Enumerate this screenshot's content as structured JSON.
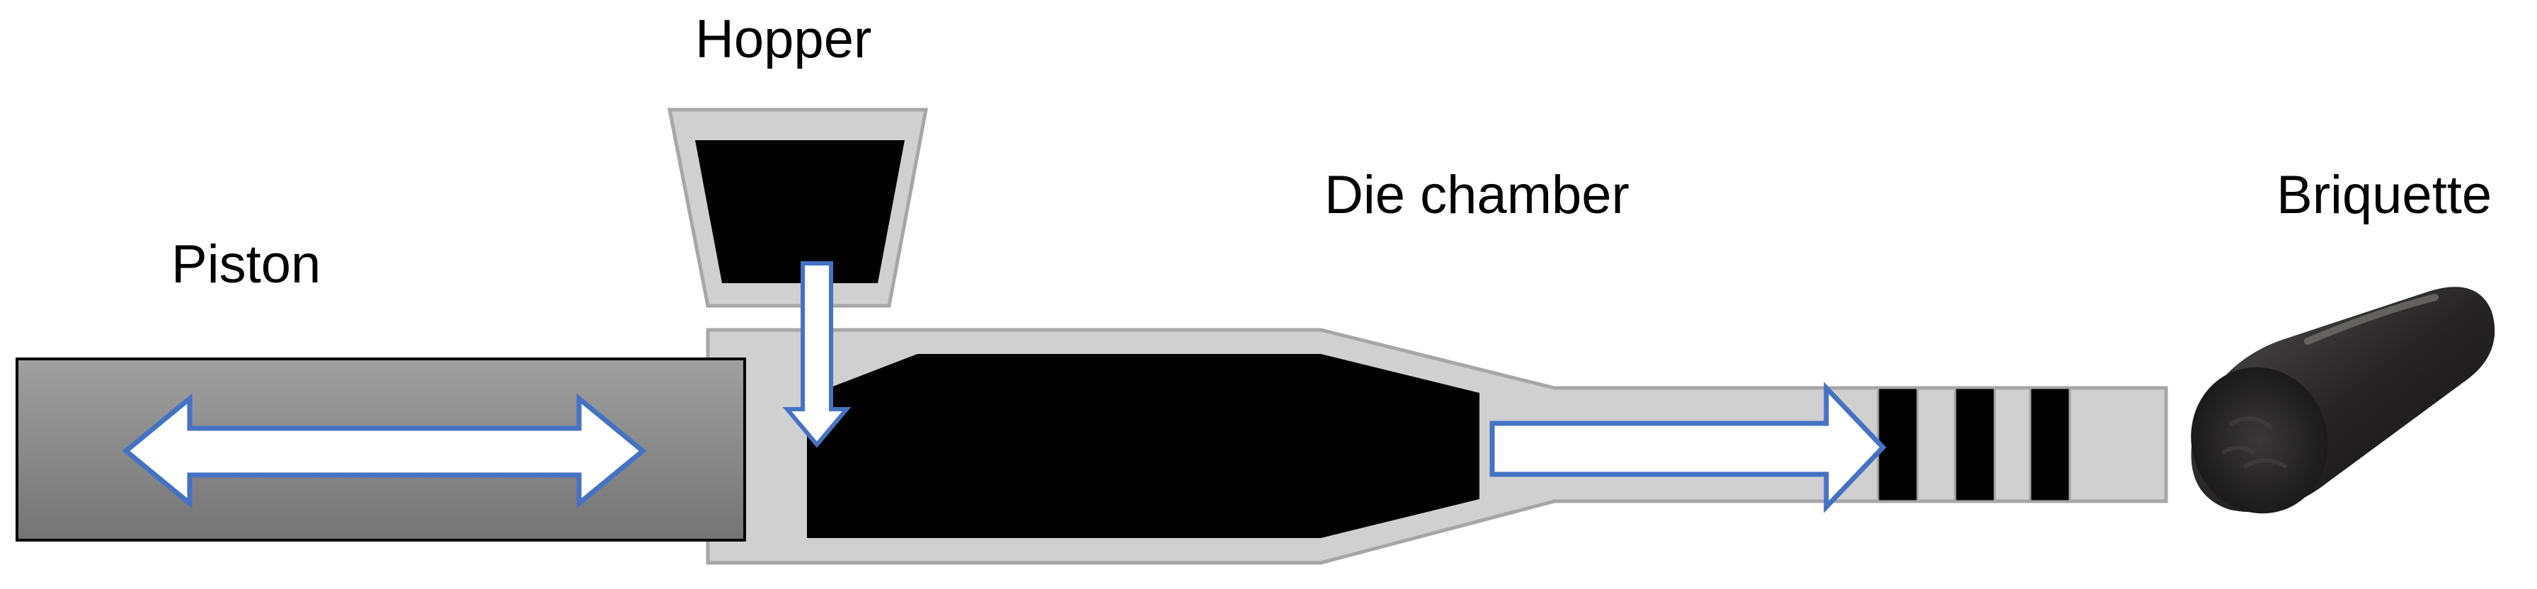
{
  "diagram": {
    "labels": {
      "hopper": "Hopper",
      "piston": "Piston",
      "die_chamber": "Die chamber",
      "briquette": "Briquette"
    },
    "colors": {
      "housing_fill": "#d0d0d0",
      "housing_stroke": "#a6a6a6",
      "material": "#000000",
      "arrow_fill": "#ffffff",
      "arrow_stroke": "#4472c4",
      "piston_light": "#a0a0a0",
      "piston_dark": "#7a7a7a",
      "briquette_dark": "#1e1c1c"
    },
    "icons": {
      "piston_arrow": "double-horizontal-arrow",
      "feed_arrow": "down-arrow",
      "output_arrow": "right-arrow",
      "briquette": "briquette-cylinder"
    }
  }
}
